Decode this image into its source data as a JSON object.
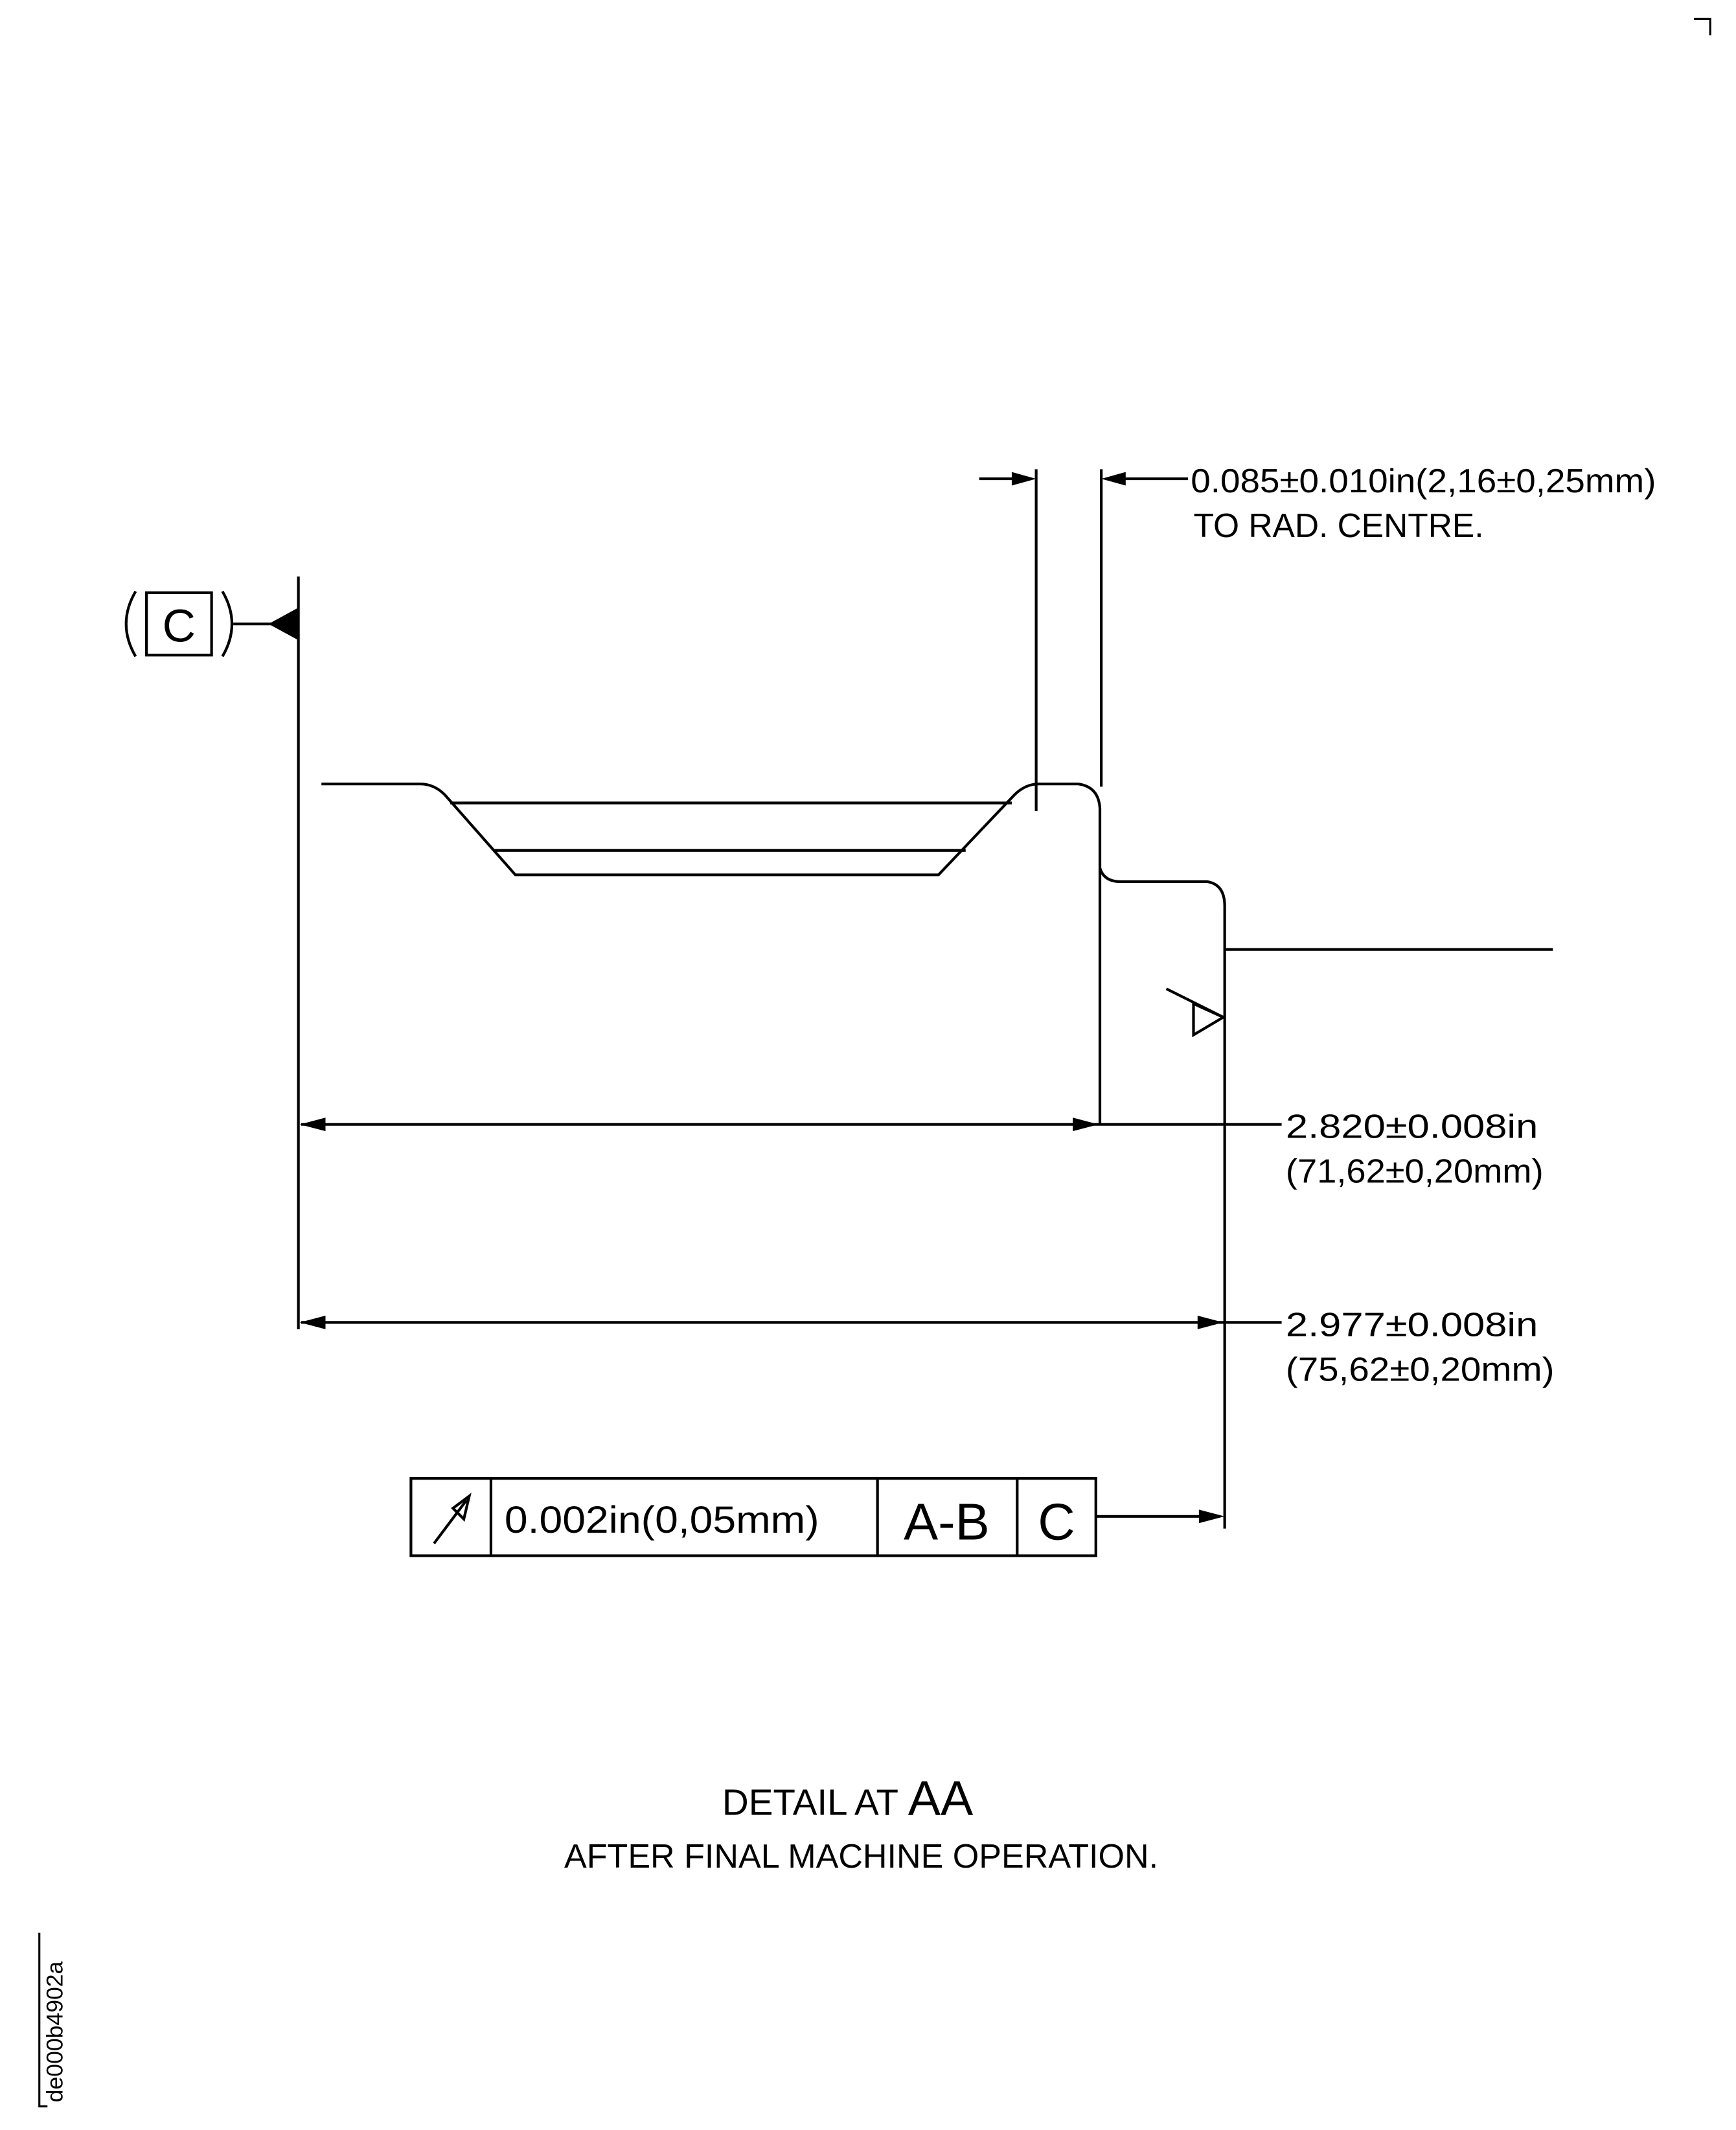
{
  "drawing": {
    "datum_label": "C",
    "radius_dimension": {
      "line1": "0.085±0.010in(2,16±0,25mm)",
      "line2": "TO RAD. CENTRE."
    },
    "dimension_1": {
      "line1": "2.820±0.008in",
      "line2": "(71,62±0,20mm)"
    },
    "dimension_2": {
      "line1": "2.977±0.008in",
      "line2": "(75,62±0,20mm)"
    },
    "feature_control_frame": {
      "symbol": "circular-runout-icon",
      "tolerance": "0.002in(0,05mm)",
      "datum_primary": "A-B",
      "datum_secondary": "C"
    },
    "title": {
      "prefix": "DETAIL AT ",
      "view": "AA",
      "subtitle": "AFTER FINAL MACHINE OPERATION."
    },
    "figure_id": "de000b4902a"
  },
  "colors": {
    "ink": "#000000",
    "paper": "#ffffff"
  }
}
